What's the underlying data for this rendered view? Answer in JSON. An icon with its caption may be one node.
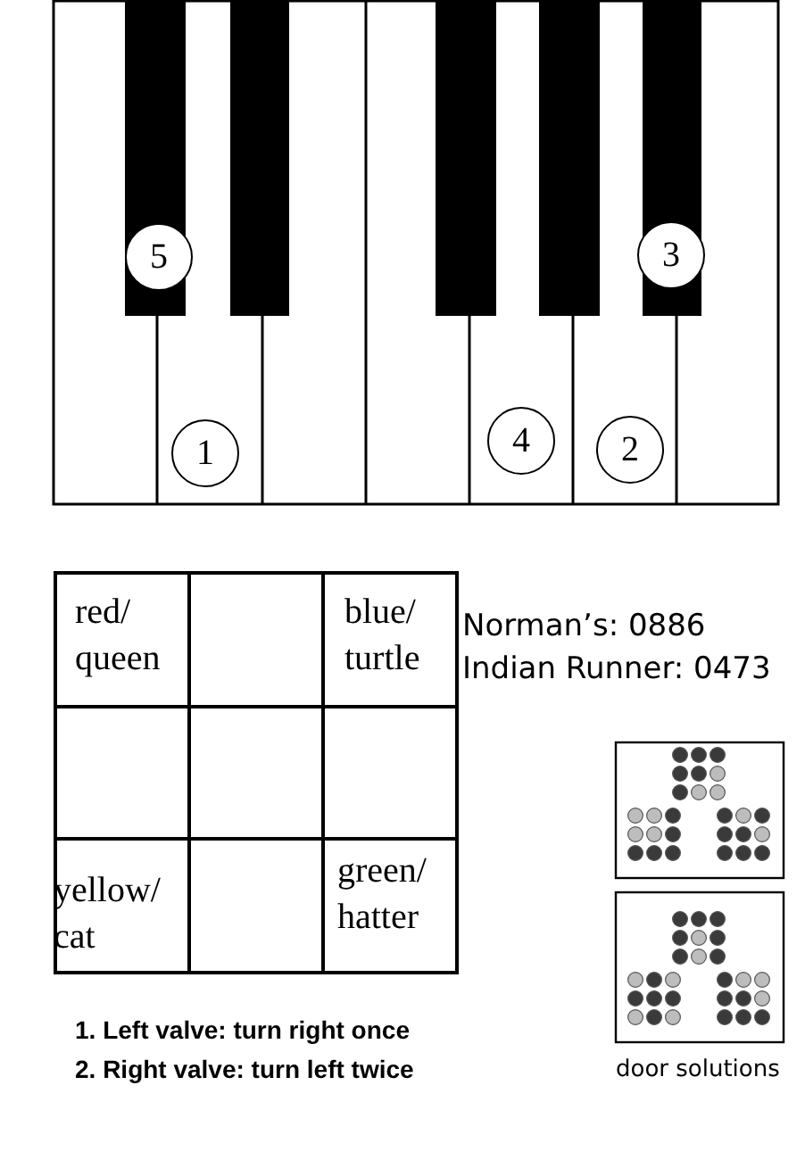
{
  "diagram": {
    "nodes": [
      {
        "text": [
          "5"
        ]
      },
      {
        "text": [
          "3"
        ]
      },
      {
        "text": [
          "1"
        ]
      },
      {
        "text": [
          "4"
        ]
      },
      {
        "text": [
          "2"
        ]
      }
    ],
    "labels": [
      "red/ queen",
      "blue/ turtle",
      "Norman’s: 0886",
      "Indian Runner: 0473",
      "yellow/ cat",
      "green/ hatter",
      "1. Left valve: turn right once",
      "2. Right valve: turn left twice",
      "door solutions"
    ]
  }
}
